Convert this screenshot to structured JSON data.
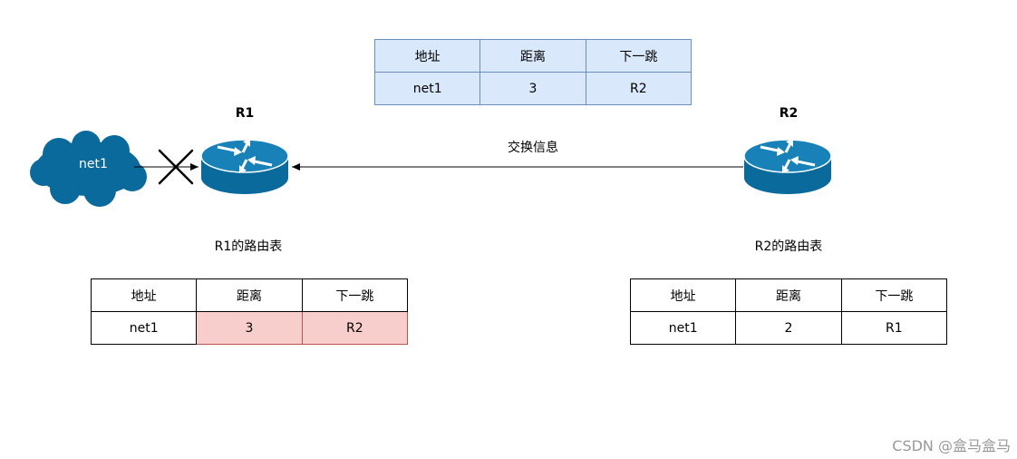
{
  "routers": {
    "r1": {
      "name": "R1"
    },
    "r2": {
      "name": "R2"
    }
  },
  "network": {
    "label": "net1"
  },
  "link": {
    "label": "交换信息"
  },
  "exchanged_table": {
    "headers": [
      "地址",
      "距离",
      "下一跳"
    ],
    "row": [
      "net1",
      "3",
      "R2"
    ]
  },
  "r1_table": {
    "caption": "R1的路由表",
    "headers": [
      "地址",
      "距离",
      "下一跳"
    ],
    "row": [
      "net1",
      "3",
      "R2"
    ]
  },
  "r2_table": {
    "caption": "R2的路由表",
    "headers": [
      "地址",
      "距离",
      "下一跳"
    ],
    "row": [
      "net1",
      "2",
      "R1"
    ]
  },
  "watermark": "CSDN @盒马盒马",
  "colors": {
    "router": "#0a6a9c",
    "cloud": "#0a6a9c",
    "blue_fill": "#dae8fc",
    "blue_border": "#6c8ebf",
    "red_fill": "#f8cecc",
    "red_border": "#b85450"
  }
}
